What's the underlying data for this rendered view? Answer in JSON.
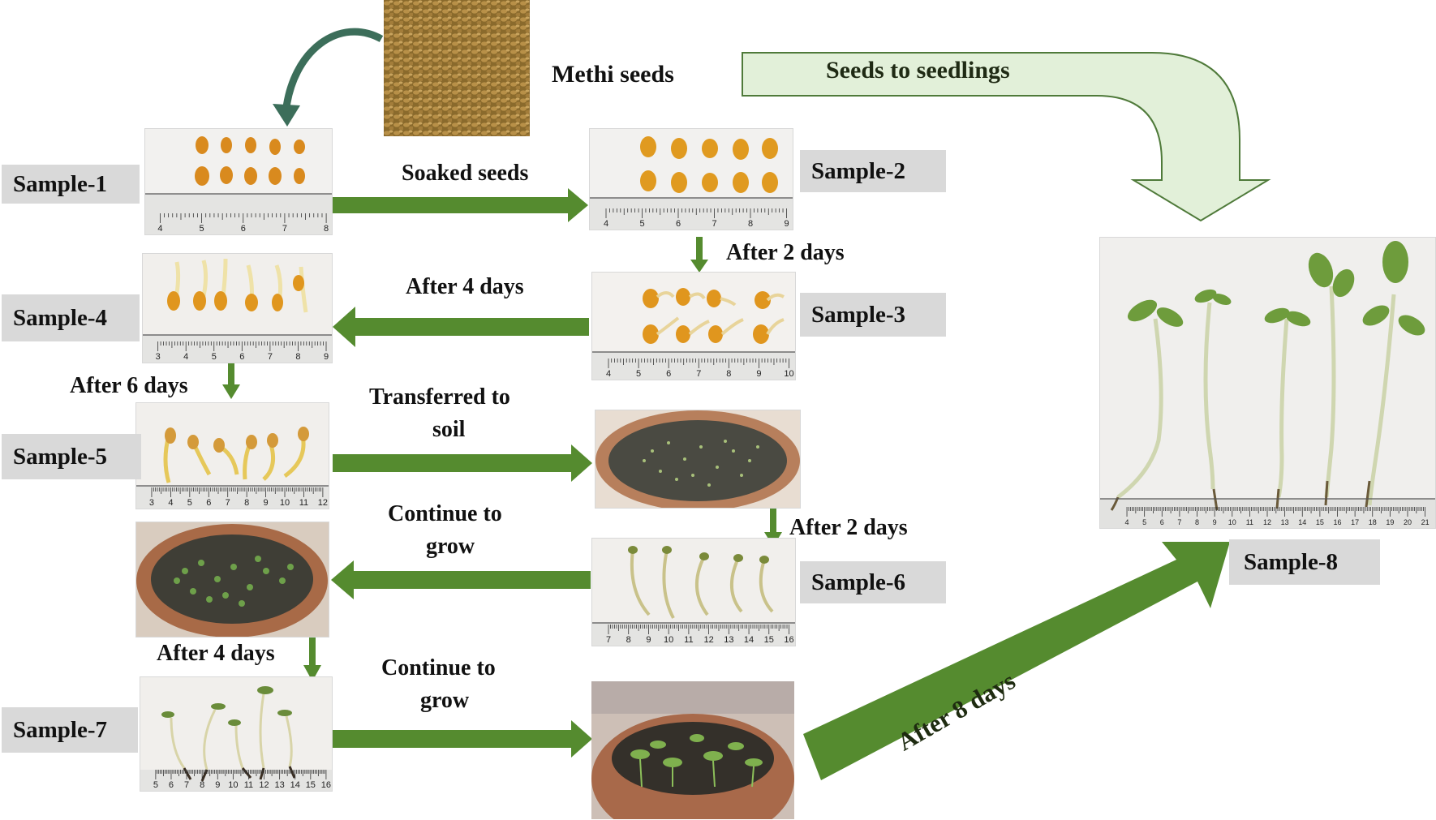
{
  "samples": {
    "s1": "Sample-1",
    "s2": "Sample-2",
    "s3": "Sample-3",
    "s4": "Sample-4",
    "s5": "Sample-5",
    "s6": "Sample-6",
    "s7": "Sample-7",
    "s8": "Sample-8"
  },
  "captions": {
    "methi": "Methi seeds",
    "seeds_to_seedlings": "Seeds to seedlings",
    "soaked": "Soaked seeds",
    "after2_a": "After 2 days",
    "after4_a": "After 4 days",
    "after6": "After 6 days",
    "transferred_1": "Transferred to",
    "transferred_2": "soil",
    "continue_a1": "Continue to",
    "continue_a2": "grow",
    "after2_b": "After 2 days",
    "after4_b": "After 4 days",
    "continue_b1": "Continue to",
    "continue_b2": "grow",
    "after8": "After 8 days"
  },
  "colors": {
    "arrow_green": "#558b2f",
    "big_arrow_fill": "#e2f0d9",
    "big_arrow_stroke": "#4f7a3a",
    "label_bg": "#d9d9d9"
  },
  "ruler_ticks": {
    "s1": [
      "4",
      "5",
      "6",
      "7",
      "8"
    ],
    "s2": [
      "4",
      "5",
      "6",
      "7",
      "8",
      "9"
    ],
    "s3": [
      "4",
      "5",
      "6",
      "7",
      "8",
      "9",
      "10"
    ],
    "s4": [
      "3",
      "4",
      "5",
      "6",
      "7",
      "8",
      "9"
    ],
    "s5": [
      "3",
      "4",
      "5",
      "6",
      "7",
      "8",
      "9",
      "10",
      "11",
      "12"
    ],
    "s6": [
      "7",
      "8",
      "9",
      "10",
      "11",
      "12",
      "13",
      "14",
      "15",
      "16"
    ],
    "s7": [
      "5",
      "6",
      "7",
      "8",
      "9",
      "10",
      "11",
      "12",
      "13",
      "14",
      "15",
      "16"
    ],
    "s8": [
      "4",
      "5",
      "6",
      "7",
      "8",
      "9",
      "10",
      "11",
      "12",
      "13",
      "14",
      "15",
      "16",
      "17",
      "18",
      "19",
      "20",
      "21"
    ]
  }
}
